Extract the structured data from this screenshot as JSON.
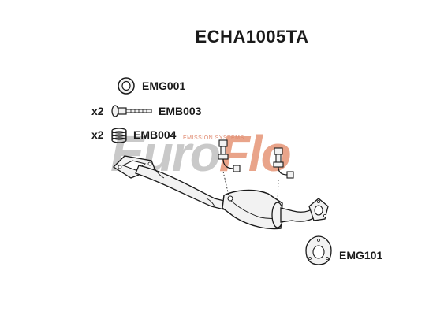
{
  "title": "ECHA1005TA",
  "watermark": {
    "brand_part1": "Euro",
    "brand_part2": "Flo",
    "tagline": "EMISSION SYSTEMS"
  },
  "parts": [
    {
      "code": "EMG001",
      "qty": ""
    },
    {
      "code": "EMB003",
      "qty": "x2"
    },
    {
      "code": "EMB004",
      "qty": "x2"
    },
    {
      "code": "EMG101",
      "qty": ""
    }
  ],
  "colors": {
    "line": "#1a1a1a",
    "part_fill": "#f2f2f2",
    "watermark_grey": "#c9c9c9",
    "watermark_accent": "#e9a48a"
  }
}
